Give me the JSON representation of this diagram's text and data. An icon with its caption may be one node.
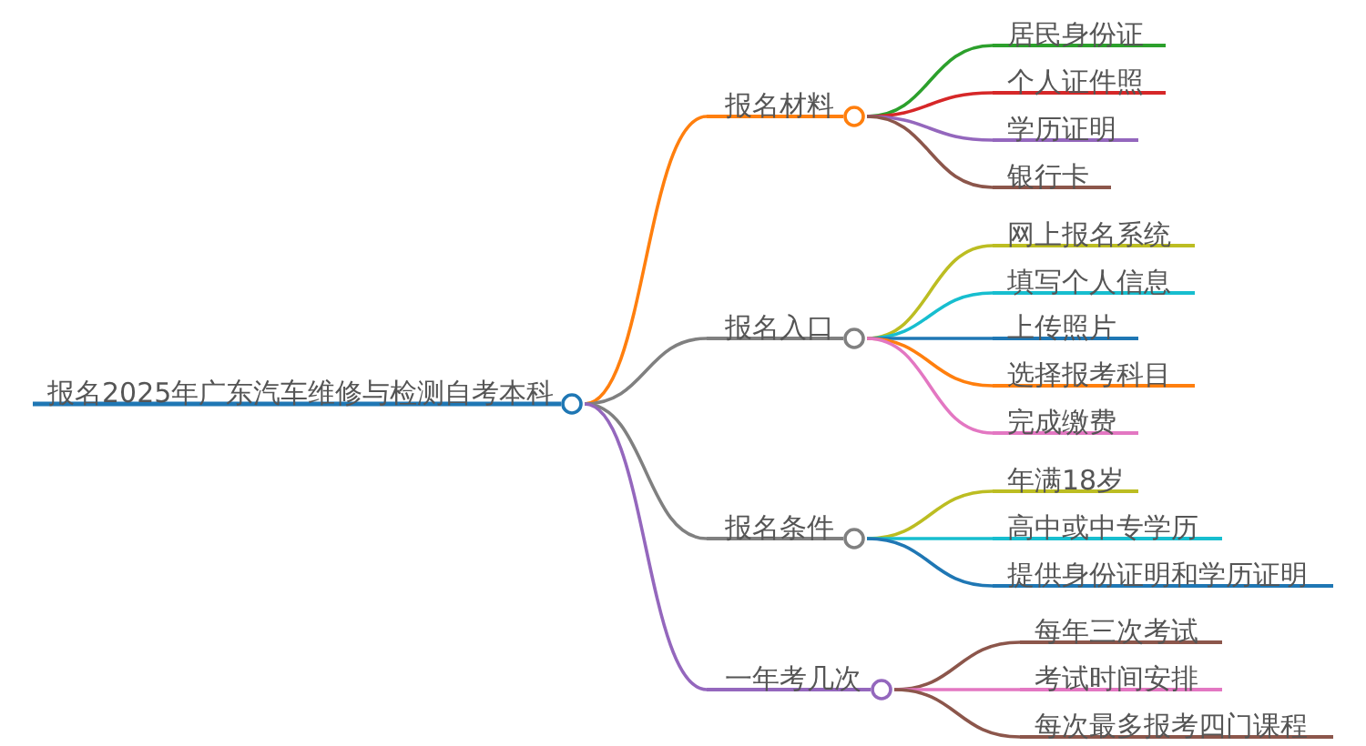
{
  "diagram": {
    "nodes": [
      {
        "text": [
          "报名2025年广东汽车维修与检测自考本科"
        ]
      },
      {
        "text": [
          "报名材料"
        ]
      },
      {
        "text": [
          "居民身份证"
        ]
      },
      {
        "text": [
          "个人证件照"
        ]
      },
      {
        "text": [
          "学历证明"
        ]
      },
      {
        "text": [
          "银行卡"
        ]
      },
      {
        "text": [
          "报名入口"
        ]
      },
      {
        "text": [
          "网上报名系统"
        ]
      },
      {
        "text": [
          "填写个人信息"
        ]
      },
      {
        "text": [
          "上传照片"
        ]
      },
      {
        "text": [
          "选择报考科目"
        ]
      },
      {
        "text": [
          "完成缴费"
        ]
      },
      {
        "text": [
          "报名条件"
        ]
      },
      {
        "text": [
          "年满18岁"
        ]
      },
      {
        "text": [
          "高中或中专学历"
        ]
      },
      {
        "text": [
          "提供身份证明和学历证明"
        ]
      },
      {
        "text": [
          "一年考几次"
        ]
      },
      {
        "text": [
          "每年三次考试"
        ]
      },
      {
        "text": [
          "考试时间安排"
        ]
      },
      {
        "text": [
          "每次最多报考四门课程"
        ]
      }
    ],
    "edges": [
      {
        "from": 0,
        "to": 1,
        "arrow": "none",
        "color": "#ff7f0e"
      },
      {
        "from": 1,
        "to": 2,
        "arrow": "none",
        "color": "#2ca02c"
      },
      {
        "from": 1,
        "to": 3,
        "arrow": "none",
        "color": "#d62728"
      },
      {
        "from": 1,
        "to": 4,
        "arrow": "none",
        "color": "#9467bd"
      },
      {
        "from": 1,
        "to": 5,
        "arrow": "none",
        "color": "#8c564b"
      },
      {
        "from": 0,
        "to": 6,
        "arrow": "none",
        "color": "#808080"
      },
      {
        "from": 6,
        "to": 7,
        "arrow": "none",
        "color": "#bcbd22"
      },
      {
        "from": 6,
        "to": 8,
        "arrow": "none",
        "color": "#17becf"
      },
      {
        "from": 6,
        "to": 9,
        "arrow": "none",
        "color": "#1f77b4"
      },
      {
        "from": 6,
        "to": 10,
        "arrow": "none",
        "color": "#ff7f0e"
      },
      {
        "from": 6,
        "to": 11,
        "arrow": "none",
        "color": "#e377c2"
      },
      {
        "from": 0,
        "to": 12,
        "arrow": "none",
        "color": "#808080"
      },
      {
        "from": 12,
        "to": 13,
        "arrow": "none",
        "color": "#bcbd22"
      },
      {
        "from": 12,
        "to": 14,
        "arrow": "none",
        "color": "#17becf"
      },
      {
        "from": 12,
        "to": 15,
        "arrow": "none",
        "color": "#1f77b4"
      },
      {
        "from": 0,
        "to": 16,
        "arrow": "none",
        "color": "#9467bd"
      },
      {
        "from": 16,
        "to": 17,
        "arrow": "none",
        "color": "#8c564b"
      },
      {
        "from": 16,
        "to": 18,
        "arrow": "none",
        "color": "#e377c2"
      },
      {
        "from": 16,
        "to": 19,
        "arrow": "none",
        "color": "#8c564b"
      }
    ]
  }
}
